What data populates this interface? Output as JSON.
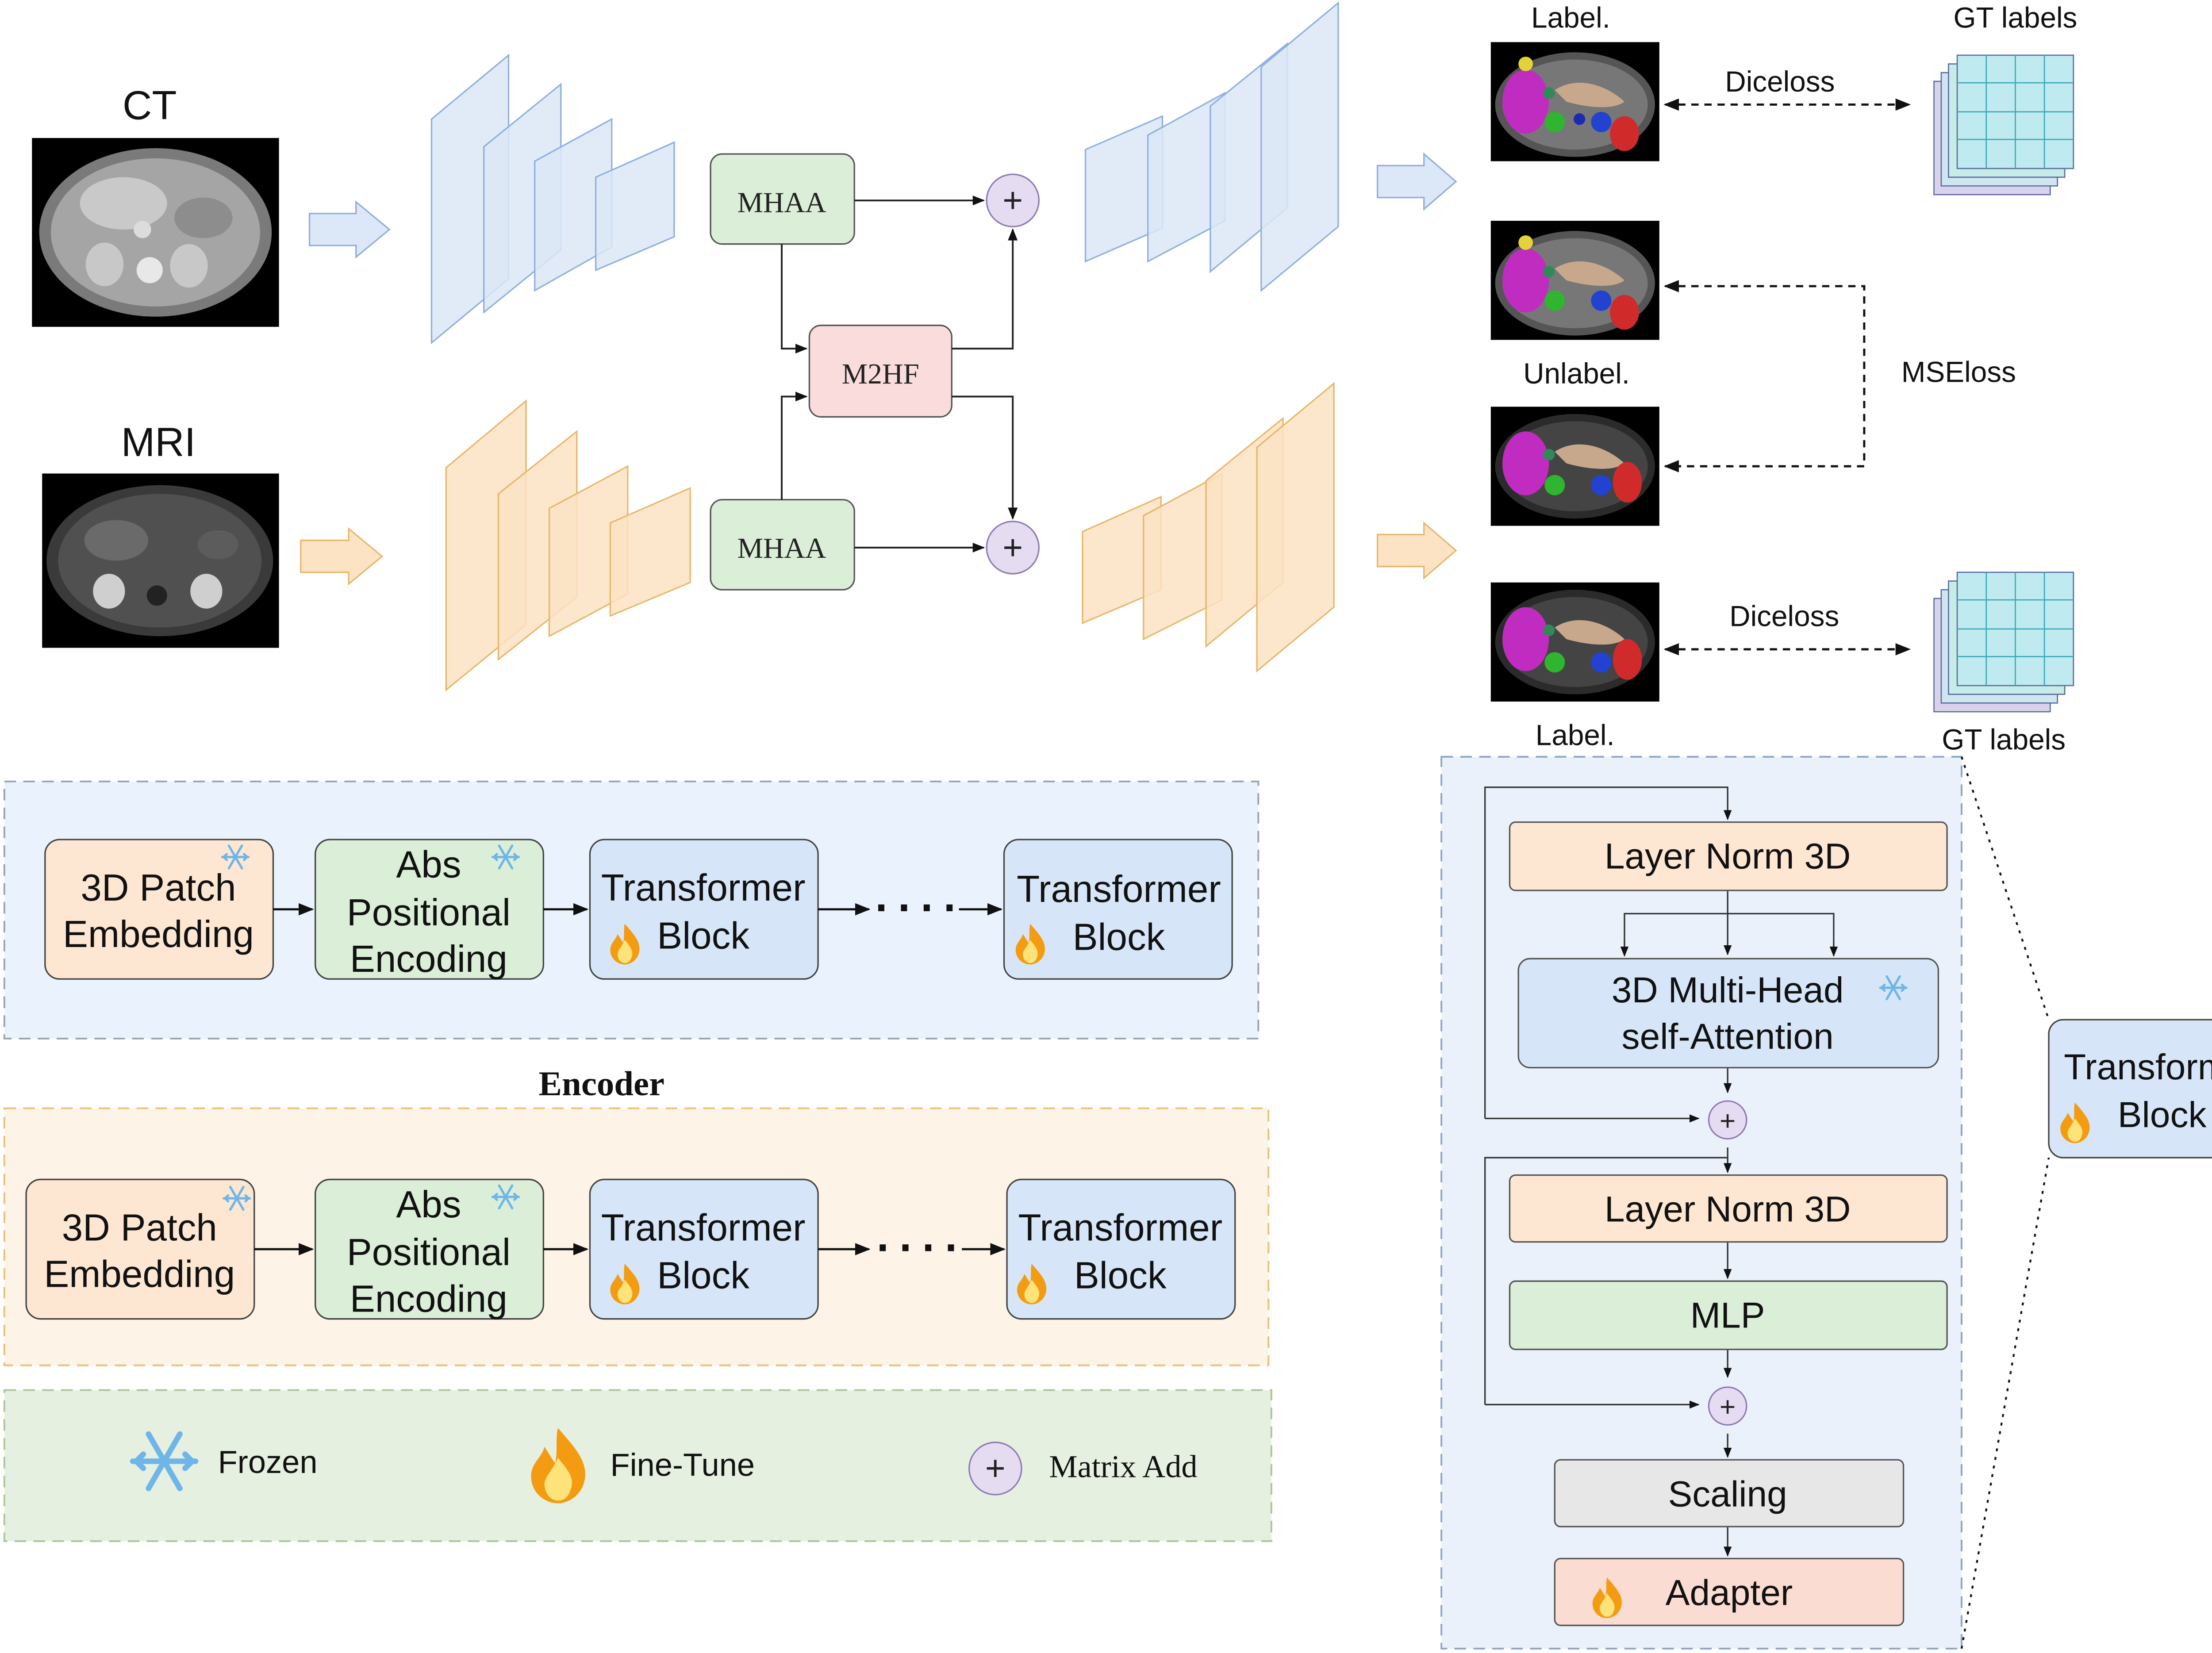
{
  "colors": {
    "ct_blue_fill": "#dce7f7",
    "ct_blue_stroke": "#8fb0de",
    "mri_orange_fill": "#fbe3c4",
    "mri_orange_stroke": "#e8b76b",
    "mhaa_fill": "#dbeed8",
    "m2hf_fill": "#fadcdc",
    "add_fill": "#e6dcf2",
    "encoder_ct_bg": "#eaf3fd",
    "encoder_mri_bg": "#fdf3e7",
    "legend_bg": "#e6f0e1",
    "tb_panel_bg": "#eaf1fb",
    "grid_teal": "#bfeaf0",
    "grid_purple": "#d8d2ec"
  },
  "pipeline": {
    "ct_label": "CT",
    "mri_label": "MRI",
    "mhaa_top": "MHAA",
    "mhaa_bottom": "MHAA",
    "m2hf": "M2HF",
    "add_glyph": "+",
    "outputs": {
      "label_top": "Label.",
      "unlabel": "Unlabel.",
      "label_bottom": "Label.",
      "gt_top": "GT labels",
      "gt_bottom": "GT labels",
      "diceloss_top": "Diceloss",
      "mseloss": "MSEloss",
      "diceloss_bottom": "Diceloss"
    }
  },
  "encoder": {
    "title": "Encoder",
    "ct_row": {
      "patch_line1": "3D Patch",
      "patch_line2": "Embedding",
      "abs_line1": "Abs",
      "abs_line2": "Positional",
      "abs_line3": "Encoding",
      "tb1_line1": "Transformer",
      "tb1_line2": "Block",
      "dots": "····",
      "tb2_line1": "Transformer",
      "tb2_line2": "Block"
    },
    "mri_row": {
      "patch_line1": "3D Patch",
      "patch_line2": "Embedding",
      "abs_line1": "Abs",
      "abs_line2": "Positional",
      "abs_line3": "Encoding",
      "tb1_line1": "Transformer",
      "tb1_line2": "Block",
      "dots": "····",
      "tb2_line1": "Transformer",
      "tb2_line2": "Block"
    }
  },
  "legend": {
    "frozen": "Frozen",
    "finetune": "Fine-Tune",
    "matrix_add": "Matrix Add",
    "add_glyph": "+"
  },
  "transformer_block": {
    "layer_norm_1": "Layer Norm 3D",
    "attention_line1": "3D Multi-Head",
    "attention_line2": "self-Attention",
    "layer_norm_2": "Layer Norm 3D",
    "mlp": "MLP",
    "scaling": "Scaling",
    "adapter": "Adapter",
    "add_glyph": "+",
    "side_line1": "Transformer",
    "side_line2": "Block"
  }
}
